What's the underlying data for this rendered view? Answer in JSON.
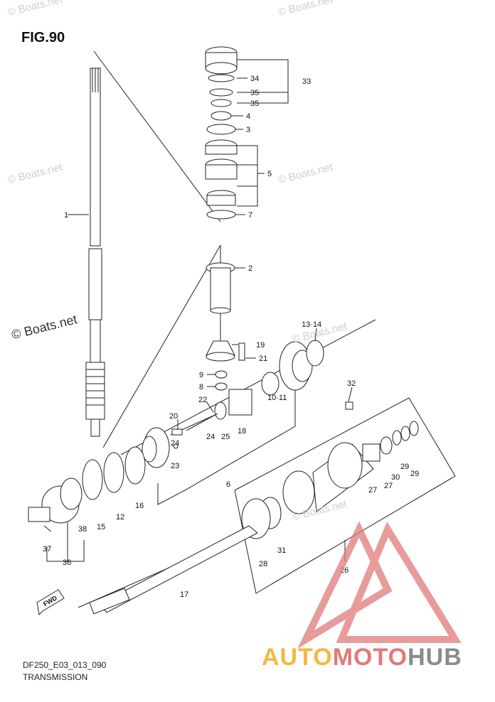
{
  "figure": {
    "title": "FIG.90",
    "code": "DF250_E03_013_090",
    "name": "TRANSMISSION"
  },
  "watermarks": [
    "© Boats.net",
    "© Boats.net",
    "© Boats.net",
    "© Boats.net",
    "© Boats.net",
    "© Boats.net"
  ],
  "primary_watermark": "© Boats.net",
  "brand": {
    "part1": "AUTO",
    "part2": "MOTO",
    "part3": "HUB",
    "colors": [
      "#f5b843",
      "#e07a7a",
      "#8b8b8b"
    ]
  },
  "callouts": {
    "c1": "1",
    "c2": "2",
    "c3": "3",
    "c4": "4",
    "c5": "5",
    "c6": "6",
    "c7": "7",
    "c8": "8",
    "c9": "9",
    "c10_11": "10·11",
    "c12": "12",
    "c13_14": "13·14",
    "c15": "15",
    "c16": "16",
    "c17": "17",
    "c18": "18",
    "c19": "19",
    "c20": "20",
    "c21": "21",
    "c22": "22",
    "c23": "23",
    "c24a": "24",
    "c24b": "24",
    "c25": "25",
    "c26": "26",
    "c27a": "27",
    "c27b": "27",
    "c28": "28",
    "c29a": "29",
    "c29b": "29",
    "c30": "30",
    "c31": "31",
    "c32": "32",
    "c33": "33",
    "c34": "34",
    "c35a": "35",
    "c35b": "35",
    "c36": "36",
    "c37": "37",
    "c38": "38"
  },
  "fwd_label": "FWD"
}
